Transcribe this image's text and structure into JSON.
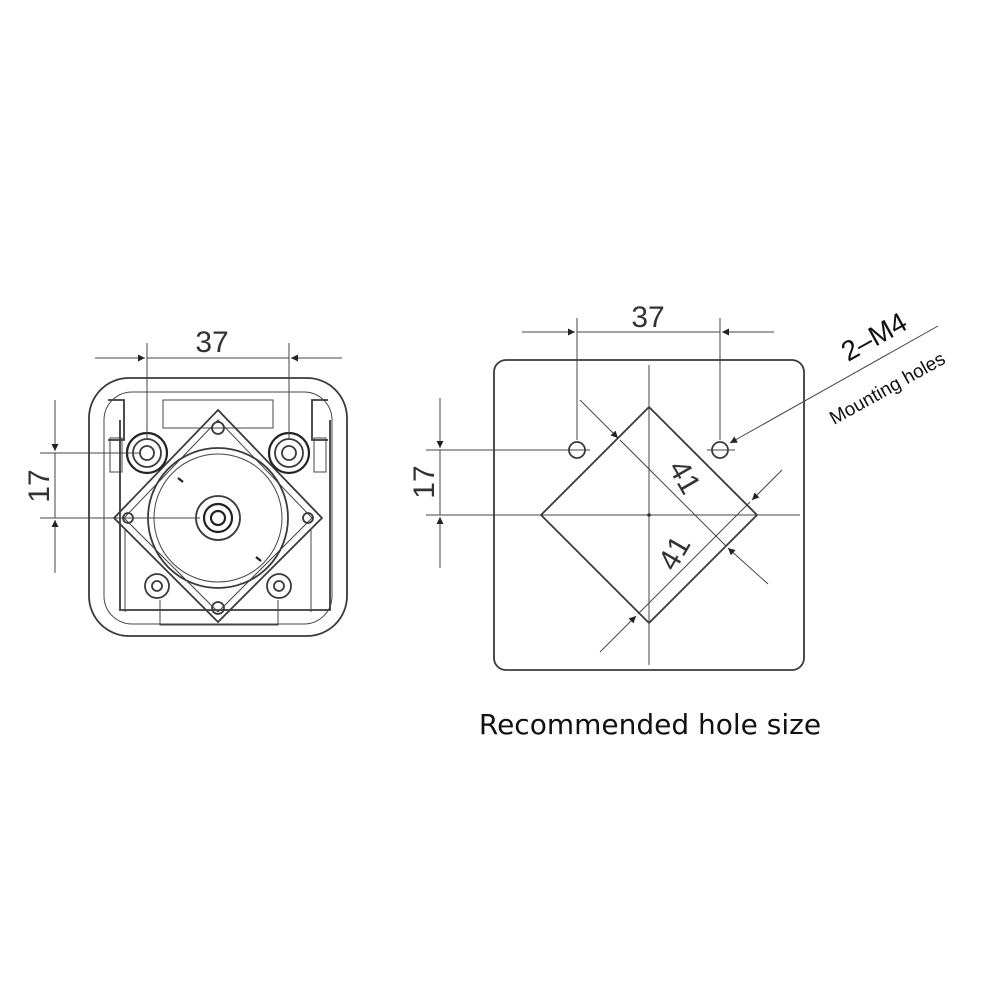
{
  "left_view": {
    "dim_horizontal": "37",
    "dim_vertical": "17"
  },
  "right_view": {
    "dim_horizontal": "37",
    "dim_vertical": "17",
    "dim_diagonal_upper": "41",
    "dim_diagonal_lower": "41",
    "hole_callout": "2–M4",
    "hole_note": "Mounting holes"
  },
  "caption": "Recommended hole size",
  "colors": {
    "line": "#333333",
    "background": "#ffffff"
  }
}
